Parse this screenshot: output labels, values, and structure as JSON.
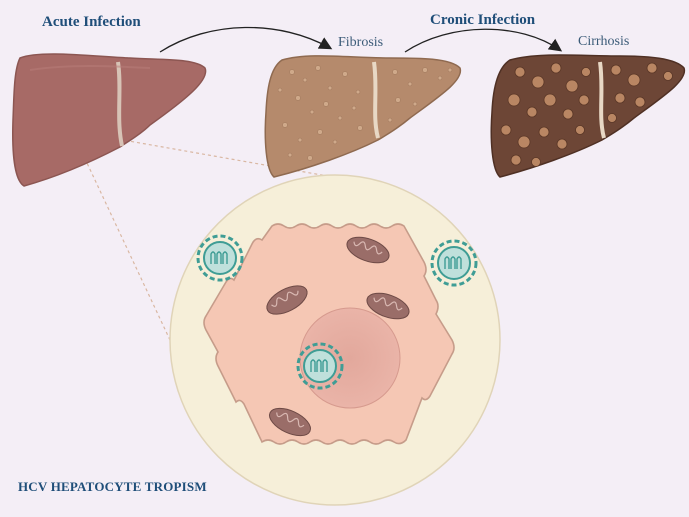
{
  "labels": {
    "acute": "Acute Infection",
    "chronic": "Cronic Infection",
    "fibrosis": "Fibrosis",
    "cirrhosis": "Cirrhosis",
    "caption": "HCV HEPATOCYTE TROPISM"
  },
  "colors": {
    "background": "#f4eef6",
    "healthy_liver": "#a76a66",
    "fibrotic_liver": "#b58a6c",
    "cirrhotic_liver": "#6d4636",
    "cell_circle": "#f6efd9",
    "hepatocyte": "#f5c7b4",
    "nucleus": "#e7aea4",
    "mitochondria": "#9a6d68",
    "virus": "#3f9d95"
  }
}
